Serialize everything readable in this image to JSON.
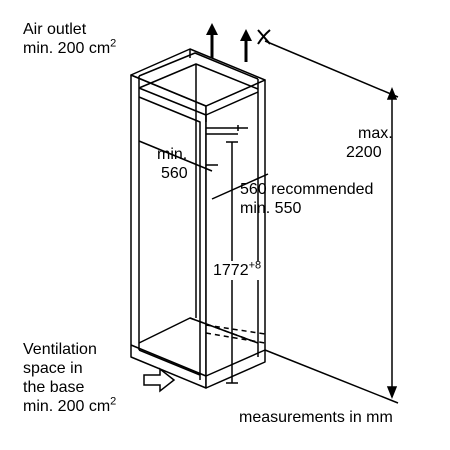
{
  "labels": {
    "air_outlet_line1": "Air outlet",
    "air_outlet_line2": "min. 200 cm",
    "air_outlet_sup": "2",
    "max_line1": "max.",
    "max_line2": "2200",
    "min_line1": "min.",
    "min_line2": "560",
    "recommended_line1": "560 recommended",
    "recommended_line2": "min. 550",
    "height_value": "1772",
    "height_sup": "+8",
    "vent_line1": "Ventilation",
    "vent_line2": "space in",
    "vent_line3": "the base",
    "vent_line4": "min. 200 cm",
    "vent_sup": "2",
    "measurements_note": "measurements in mm"
  },
  "colors": {
    "line": "#000000",
    "background": "#ffffff"
  },
  "icons": [
    "air-outlet-arrow-icon",
    "air-inlet-arrow-icon",
    "no-obstruction-mark-icon"
  ]
}
